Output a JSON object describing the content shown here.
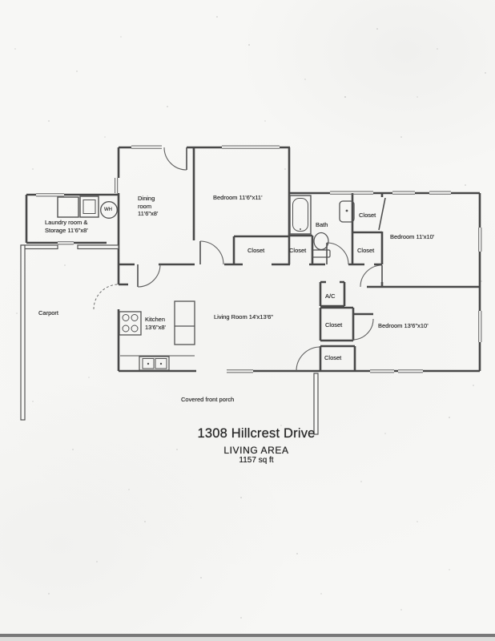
{
  "title_block": {
    "address": "1308 Hillcrest Drive",
    "area_label": "LIVING AREA",
    "area_value": "1157 sq ft"
  },
  "rooms": {
    "laundry": "Laundry room &\nStorage 11'6\"x8'",
    "dining": "Dining\nroom\n11'6\"x8'",
    "bedroom_top": "Bedroom 11'6\"x11'",
    "bath": "Bath",
    "bedroom_right": "Bedroom 11'x10'",
    "bedroom_lower": "Bedroom 13'6\"x10'",
    "living_room": "Living Room 14'x13'6\"",
    "kitchen": "Kitchen\n13'6\"x8'",
    "carport": "Carport",
    "porch": "Covered front porch",
    "ac_closet": "A/C",
    "water_heater": "WH"
  },
  "closets": {
    "bedroom_top_closet": "Closet",
    "hall_closet": "Closet",
    "bath_side_upper": "Closet",
    "bath_side_lower": "Closet",
    "hall_mid": "Closet",
    "entry": "Closet"
  }
}
